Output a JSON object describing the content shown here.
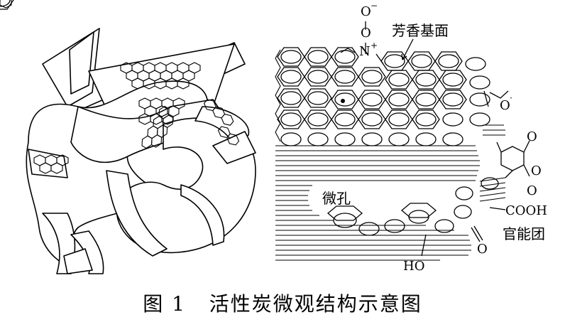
{
  "figure": {
    "labels": {
      "aromatic_plane": "芳香基面",
      "micropore": "微孔",
      "functional_group": "官能团",
      "cooh": "COOH",
      "ho": "HO",
      "o_minus": "O",
      "o_upper": "O",
      "n_plus": "N",
      "o_right": "O",
      "o_ketone": "O",
      "o_anhydride_top": "O",
      "o_anhydride_mid": "O",
      "o_anhydride_bottom": "O"
    },
    "caption_number": "图 1",
    "caption_text": "活性炭微观结构示意图"
  }
}
